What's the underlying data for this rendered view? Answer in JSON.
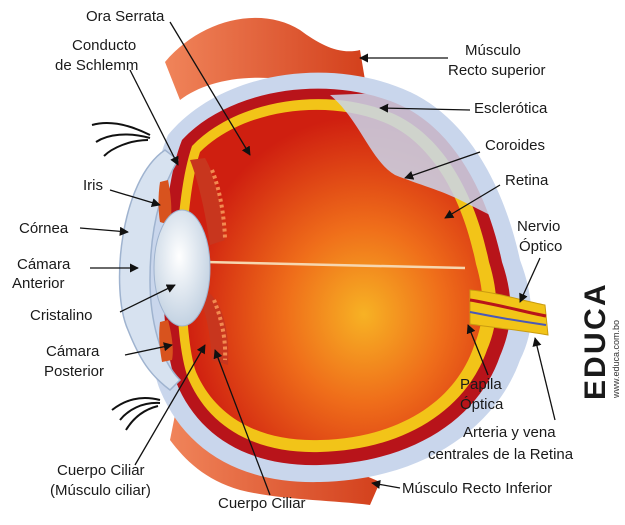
{
  "labels": {
    "ora_serrata": "Ora Serrata",
    "schlemm_1": "Conducto",
    "schlemm_2": "de Schlemm",
    "iris": "Iris",
    "cornea": "Córnea",
    "camara_anterior_1": "Cámara",
    "camara_anterior_2": "Anterior",
    "cristalino": "Cristalino",
    "camara_posterior_1": "Cámara",
    "camara_posterior_2": "Posterior",
    "cuerpo_ciliar_musculo_1": "Cuerpo Ciliar",
    "cuerpo_ciliar_musculo_2": "(Músculo ciliar)",
    "cuerpo_ciliar": "Cuerpo Ciliar",
    "musculo_recto_superior_1": "Músculo",
    "musculo_recto_superior_2": "Recto superior",
    "esclerotica": "Esclerótica",
    "coroides": "Coroides",
    "retina": "Retina",
    "nervio_optico_1": "Nervio",
    "nervio_optico_2": "Óptico",
    "papila_optica_1": "Papila",
    "papila_optica_2": "Óptica",
    "arteria_vena_1": "Arteria y vena",
    "arteria_vena_2": "centrales de la Retina",
    "musculo_recto_inferior": "Músculo Recto Inferior"
  },
  "watermark": {
    "letters": [
      "E",
      "D",
      "U",
      "C",
      "A"
    ],
    "letter_colors": [
      "#2b7bc4",
      "#e02a2a",
      "#2e9a3c",
      "#e8a21a",
      "#c7352e"
    ],
    "url": "www.educa.com.bo"
  },
  "colors": {
    "sclera": "#c9d6ec",
    "choroid": "#b8141a",
    "retina": "#f2c418",
    "vitreous": "#d62a0f",
    "muscle": "#e25a2a",
    "lens": "#e6eef6"
  }
}
